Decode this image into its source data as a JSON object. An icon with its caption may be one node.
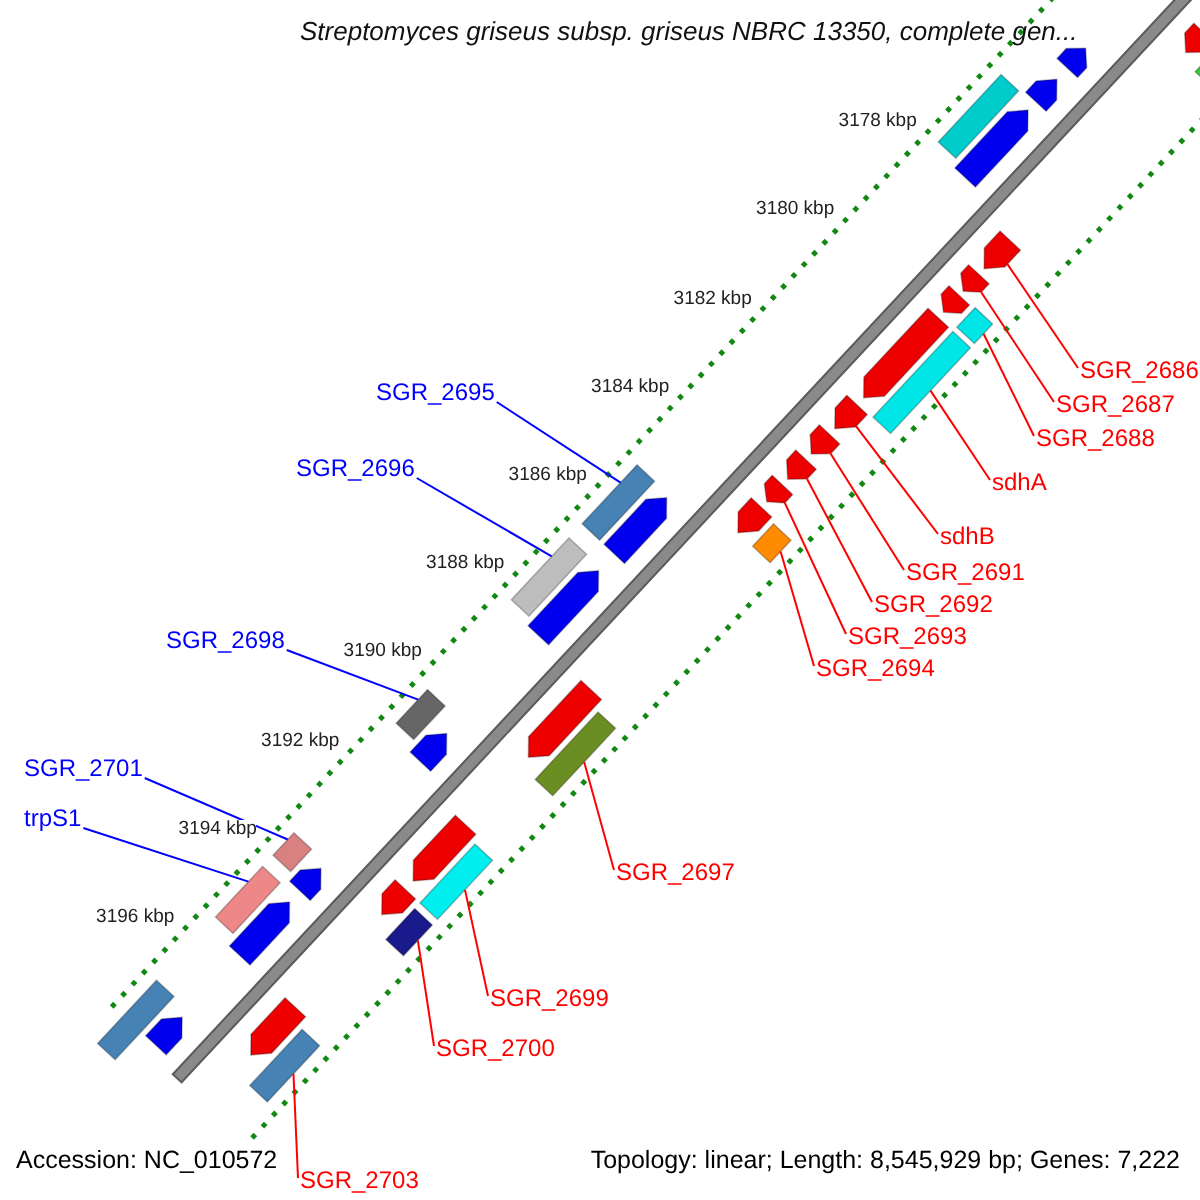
{
  "diagram": {
    "title": "Streptomyces griseus subsp. griseus NBRC 13350, complete gen...",
    "nodes": [
      {
        "text": [
          "SGR_2686"
        ]
      },
      {
        "text": [
          "SGR_2687"
        ]
      },
      {
        "text": [
          "SGR_2695"
        ]
      },
      {
        "text": [
          "SGR_2688"
        ]
      },
      {
        "text": [
          "sdhA"
        ]
      },
      {
        "text": [
          "SGR_2696"
        ]
      },
      {
        "text": [
          "sdhB"
        ]
      },
      {
        "text": [
          "SGR_2691"
        ]
      },
      {
        "text": [
          "SGR_2692"
        ]
      },
      {
        "text": [
          "SGR_2693"
        ]
      },
      {
        "text": [
          "SGR_2698"
        ]
      },
      {
        "text": [
          "SGR_2694"
        ]
      },
      {
        "text": [
          "SGR_2701"
        ]
      },
      {
        "text": [
          "trpS1"
        ]
      },
      {
        "text": [
          "SGR_2697"
        ]
      },
      {
        "text": [
          "SGR_2699"
        ]
      },
      {
        "text": [
          "SGR_2700"
        ]
      },
      {
        "text": [
          "SGR_2703"
        ]
      },
      {
        "text": [],
        "shape": "arrow"
      },
      {
        "text": [],
        "shape": "arrow"
      },
      {
        "text": [],
        "shape": "arrow"
      },
      {
        "text": [],
        "shape": "arrow"
      },
      {
        "text": [],
        "shape": "arrow"
      },
      {
        "text": [],
        "shape": "arrow"
      },
      {
        "text": [],
        "shape": "arrow"
      },
      {
        "text": [],
        "shape": "arrow"
      },
      {
        "text": [],
        "shape": "arrow"
      },
      {
        "text": [],
        "shape": "arrow"
      },
      {
        "text": [],
        "shape": "arrow"
      },
      {
        "text": [],
        "shape": "arrow"
      },
      {
        "text": [],
        "shape": "arrow"
      },
      {
        "text": [],
        "shape": "arrow"
      },
      {
        "text": [],
        "shape": "arrow"
      },
      {
        "text": [],
        "shape": "arrow"
      },
      {
        "text": [],
        "shape": "arrow"
      },
      {
        "text": [],
        "shape": "arrow"
      },
      {
        "text": [],
        "shape": "arrow"
      },
      {
        "text": [],
        "shape": "arrow"
      },
      {
        "text": [],
        "shape": "arrow"
      },
      {
        "text": [],
        "shape": "arrow"
      },
      {
        "text": [],
        "shape": "arrow"
      }
    ],
    "edges": [
      {
        "from": 0,
        "to": 22,
        "arrow": "none"
      },
      {
        "from": 1,
        "to": 23,
        "arrow": "none"
      },
      {
        "from": 2,
        "to": 31,
        "arrow": "none",
        "color": "#0000ff"
      },
      {
        "from": 3,
        "to": 24,
        "arrow": "none"
      },
      {
        "from": 4,
        "to": 25,
        "arrow": "none"
      },
      {
        "from": 5,
        "to": 32,
        "arrow": "none",
        "color": "#0000ff"
      },
      {
        "from": 6,
        "to": 26,
        "arrow": "none"
      },
      {
        "from": 7,
        "to": 27,
        "arrow": "none"
      },
      {
        "from": 8,
        "to": 28,
        "arrow": "none"
      },
      {
        "from": 9,
        "to": 29,
        "arrow": "none"
      },
      {
        "from": 10,
        "to": 34,
        "arrow": "none",
        "color": "#0000ff"
      },
      {
        "from": 11,
        "to": 30,
        "arrow": "none"
      },
      {
        "from": 12,
        "to": 37,
        "arrow": "none",
        "color": "#0000ff"
      },
      {
        "from": 13,
        "to": 38,
        "arrow": "none",
        "color": "#0000ff"
      },
      {
        "from": 14,
        "to": 33,
        "arrow": "none"
      },
      {
        "from": 15,
        "to": 35,
        "arrow": "none"
      },
      {
        "from": 16,
        "to": 36,
        "arrow": "none"
      },
      {
        "from": 17,
        "to": 39,
        "arrow": "none"
      }
    ],
    "labels": [
      "3178 kbp",
      "3180 kbp",
      "3182 kbp",
      "3184 kbp",
      "3186 kbp",
      "3188 kbp",
      "3190 kbp",
      "3192 kbp",
      "3194 kbp",
      "3196 kbp",
      "Accession: NC_010572",
      "Topology: linear; Length: 8,545,929 bp; Genes: 7,222"
    ]
  }
}
